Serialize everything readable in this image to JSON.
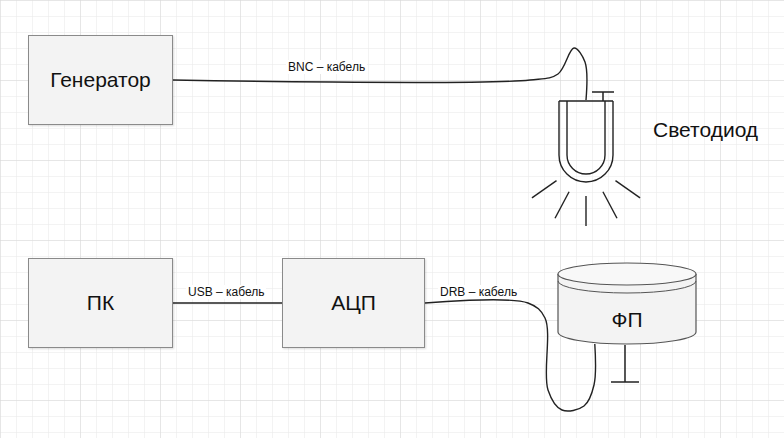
{
  "diagram": {
    "nodes": [
      {
        "text": [
          "Генератор"
        ]
      },
      {
        "text": [
          "Светодиод"
        ]
      },
      {
        "text": [
          "ПК"
        ]
      },
      {
        "text": [
          "АЦП"
        ]
      },
      {
        "text": [
          "ФП"
        ]
      }
    ],
    "edges": [
      {
        "from": 0,
        "to": 1,
        "arrow": "none",
        "label": "BNC – кабель"
      },
      {
        "from": 2,
        "to": 3,
        "arrow": "none",
        "label": "USB – кабель"
      },
      {
        "from": 3,
        "to": 4,
        "arrow": "none",
        "label": "DRB – кабель"
      }
    ]
  }
}
